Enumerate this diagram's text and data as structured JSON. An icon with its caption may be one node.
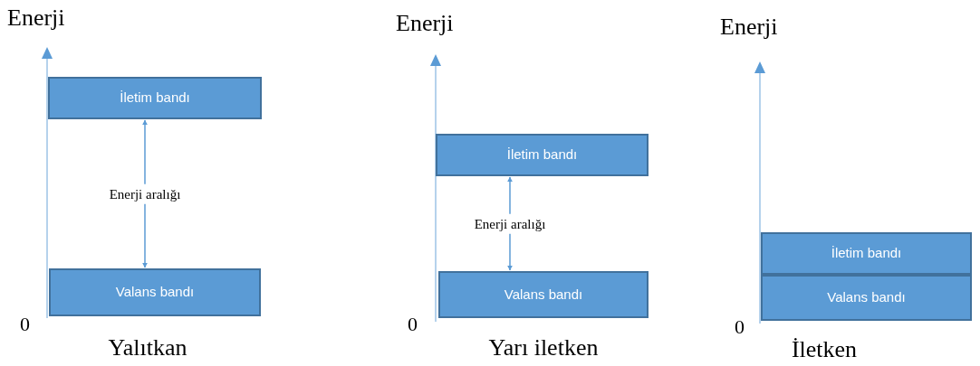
{
  "diagram": {
    "nodes": [
      {
        "text": [
          "İletim bandı"
        ]
      },
      {
        "text": [
          "Valans bandı"
        ]
      },
      {
        "text": [
          "İletim bandı"
        ]
      },
      {
        "text": [
          "Valans bandı"
        ]
      },
      {
        "text": [
          "İletim bandı"
        ]
      },
      {
        "text": [
          "Valans bandı"
        ]
      }
    ],
    "edges": [
      {
        "from": 1,
        "to": 0,
        "arrow": "both",
        "label": "Enerji aralığı"
      },
      {
        "from": 3,
        "to": 2,
        "arrow": "both",
        "label": "Enerji aralığı"
      }
    ],
    "labels": [
      "Enerji",
      "Enerji",
      "Enerji",
      "0",
      "Yalıtkan",
      "0",
      "Yarı iletken",
      "0",
      "İletken"
    ]
  }
}
